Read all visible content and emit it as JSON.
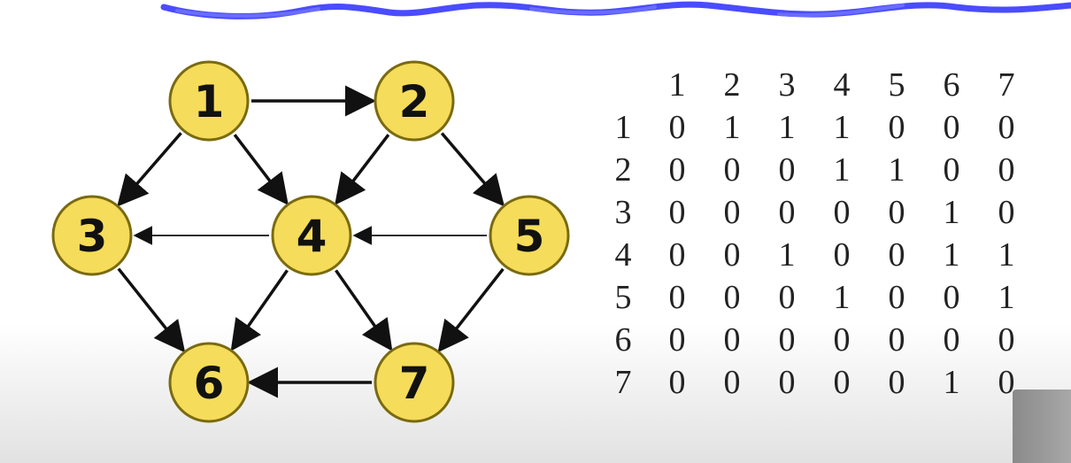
{
  "colors": {
    "node_fill": "#f5dc5a",
    "node_stroke": "#7a6a10",
    "edge": "#111111",
    "scribble": "#4a4cff"
  },
  "graph": {
    "nodes": [
      "1",
      "2",
      "3",
      "4",
      "5",
      "6",
      "7"
    ],
    "edges": [
      [
        "1",
        "2"
      ],
      [
        "1",
        "3"
      ],
      [
        "1",
        "4"
      ],
      [
        "2",
        "4"
      ],
      [
        "2",
        "5"
      ],
      [
        "3",
        "6"
      ],
      [
        "4",
        "3"
      ],
      [
        "4",
        "6"
      ],
      [
        "4",
        "7"
      ],
      [
        "5",
        "4"
      ],
      [
        "5",
        "7"
      ],
      [
        "7",
        "6"
      ]
    ]
  },
  "matrix": {
    "column_headers": [
      "1",
      "2",
      "3",
      "4",
      "5",
      "6",
      "7"
    ],
    "rows": [
      {
        "label": "1",
        "values": [
          "0",
          "1",
          "1",
          "1",
          "0",
          "0",
          "0"
        ]
      },
      {
        "label": "2",
        "values": [
          "0",
          "0",
          "0",
          "1",
          "1",
          "0",
          "0"
        ]
      },
      {
        "label": "3",
        "values": [
          "0",
          "0",
          "0",
          "0",
          "0",
          "1",
          "0"
        ]
      },
      {
        "label": "4",
        "values": [
          "0",
          "0",
          "1",
          "0",
          "0",
          "1",
          "1"
        ]
      },
      {
        "label": "5",
        "values": [
          "0",
          "0",
          "0",
          "1",
          "0",
          "0",
          "1"
        ]
      },
      {
        "label": "6",
        "values": [
          "0",
          "0",
          "0",
          "0",
          "0",
          "0",
          "0"
        ]
      },
      {
        "label": "7",
        "values": [
          "0",
          "0",
          "0",
          "0",
          "0",
          "1",
          "0"
        ]
      }
    ]
  }
}
